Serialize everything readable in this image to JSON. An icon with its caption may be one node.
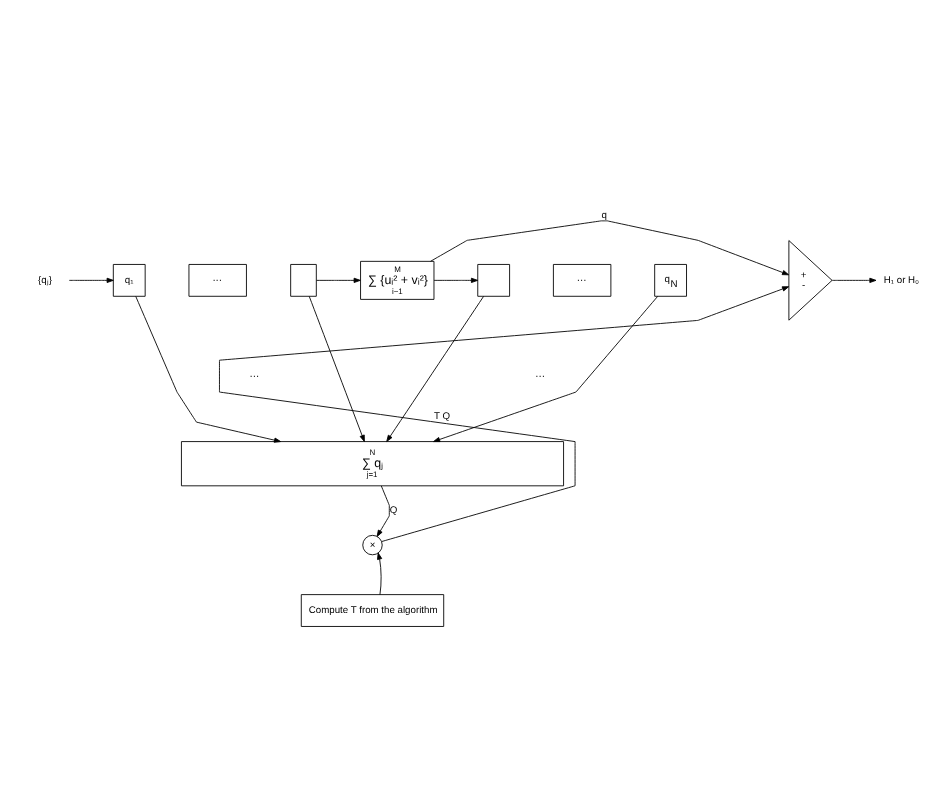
{
  "diagram": {
    "nodes": [
      {
        "text": [
          "{qⱼ}"
        ]
      },
      {
        "text": [
          "q₁"
        ]
      },
      {
        "text": [
          "···"
        ]
      },
      {
        "text": [],
        "shape": "box"
      },
      {
        "text": [
          "M",
          "∑ {uᵢ² + vᵢ²}",
          "i−1"
        ]
      },
      {
        "text": [],
        "shape": "box"
      },
      {
        "text": [
          "···"
        ]
      },
      {
        "text": [
          "q$_{N}$"
        ]
      },
      {
        "text": [
          "+",
          "-"
        ]
      },
      {
        "text": [
          "H₁ or H₀"
        ]
      },
      {
        "text": [
          "N",
          "∑ qⱼ",
          "j=1"
        ]
      },
      {
        "text": [
          "×"
        ]
      },
      {
        "text": [
          "Compute T from the algorithm"
        ]
      }
    ],
    "edges": [
      {
        "from": 0,
        "to": 1,
        "arrow": "to"
      },
      {
        "from": 3,
        "to": 4,
        "arrow": "to"
      },
      {
        "from": 4,
        "to": 5,
        "arrow": "to"
      },
      {
        "from": 4,
        "to": 8,
        "arrow": "to",
        "label": "q"
      },
      {
        "from": 1,
        "to": 10,
        "arrow": "to"
      },
      {
        "from": 3,
        "to": 10,
        "arrow": "to"
      },
      {
        "from": 5,
        "to": 10,
        "arrow": "to"
      },
      {
        "from": 7,
        "to": 10,
        "arrow": "to"
      },
      {
        "from": 10,
        "to": 11,
        "arrow": "to",
        "label": "Q"
      },
      {
        "from": 12,
        "to": 11,
        "arrow": "to"
      },
      {
        "from": 11,
        "to": 8,
        "arrow": "to",
        "label": "T Q"
      },
      {
        "from": 8,
        "to": 9,
        "arrow": "to"
      }
    ],
    "labels": [
      "···",
      "···"
    ]
  }
}
